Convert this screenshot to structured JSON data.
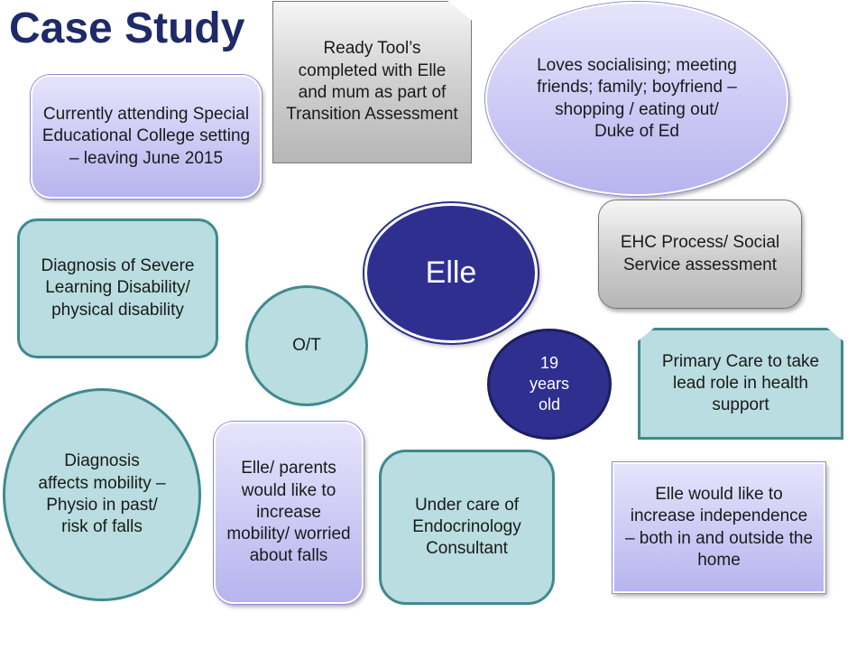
{
  "title": "Case Study",
  "nodes": {
    "ready_tools": "Ready Tool’s completed with Elle and mum as part of Transition Assessment",
    "loves": "Loves socialising; meeting friends; family; boyfriend – shopping / eating out/ Duke of Ed",
    "college": "Currently attending Special Educational College setting – leaving June 2015",
    "ehc": "EHC Process/ Social Service assessment",
    "center": "Elle",
    "diagnosis": "Diagnosis of Severe Learning Disability/ physical disability",
    "ot": "O/T",
    "age": "19 years old",
    "primary_care": "Primary Care to take lead role in health support",
    "mobility": "Diagnosis affects mobility – Physio in past/ risk of falls",
    "parents": "Elle/ parents would like to increase mobility/ worried about falls",
    "endocrinology": "Under care of Endocrinology Consultant",
    "independence": "Elle would like to increase independence – both in and outside the home"
  },
  "colors": {
    "title": "#1f2a68",
    "teal_fill": "#b9dde0",
    "teal_border": "#3f8a8f",
    "purple_fill": "#b7b4ef",
    "navy_fill": "#2e2f8f",
    "grey_fill": "#d0d0d0"
  }
}
